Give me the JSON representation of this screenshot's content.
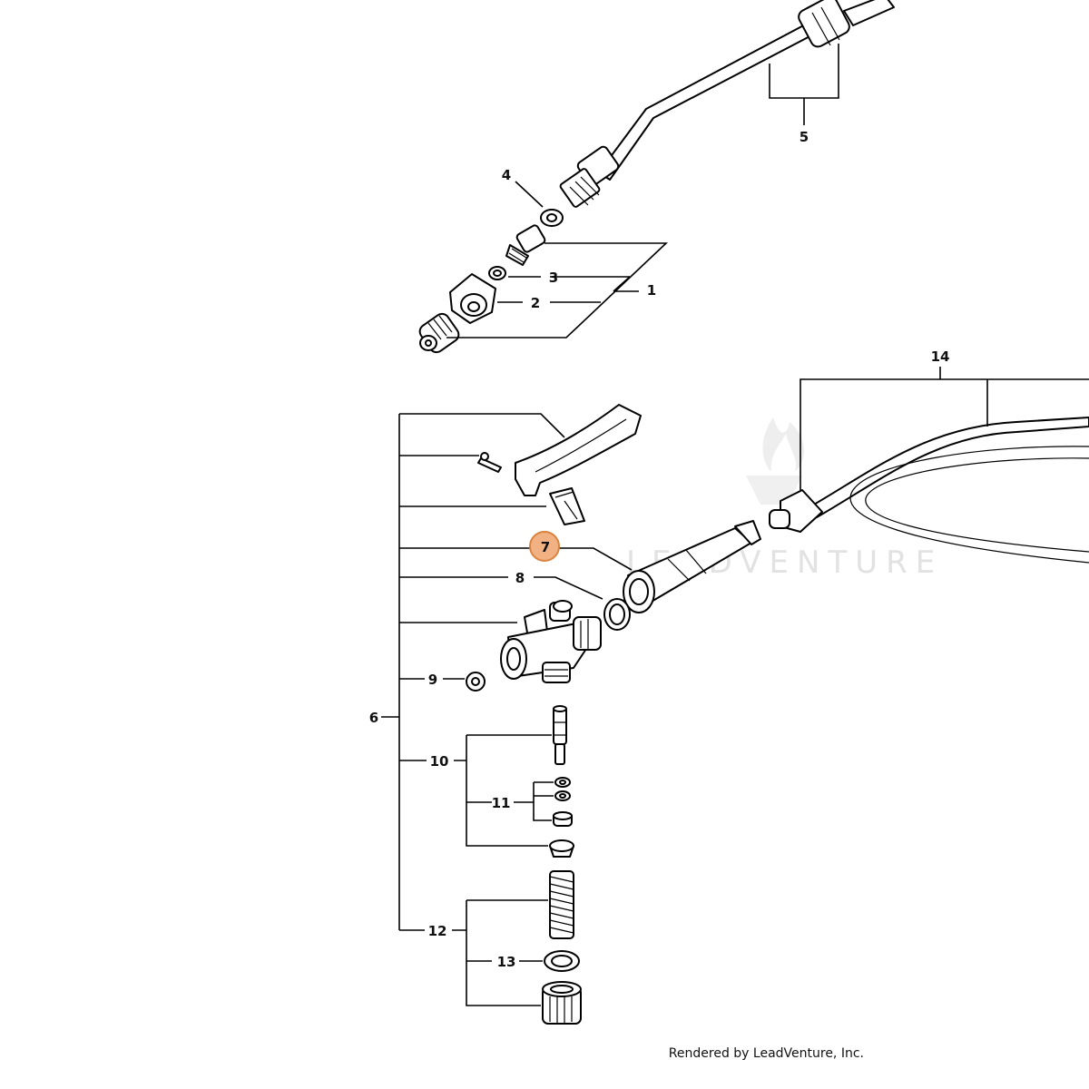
{
  "watermark": {
    "text": "LEADVENTURE"
  },
  "footer": {
    "credit": "Rendered by LeadVenture, Inc."
  },
  "callouts": {
    "c1": "1",
    "c2": "2",
    "c3": "3",
    "c4": "4",
    "c5": "5",
    "c6": "6",
    "c7": "7",
    "c8": "8",
    "c9": "9",
    "c10": "10",
    "c11": "11",
    "c12": "12",
    "c13": "13",
    "c14": "14"
  },
  "highlight": {
    "selected_callout": "7",
    "color": "#f2b183"
  }
}
